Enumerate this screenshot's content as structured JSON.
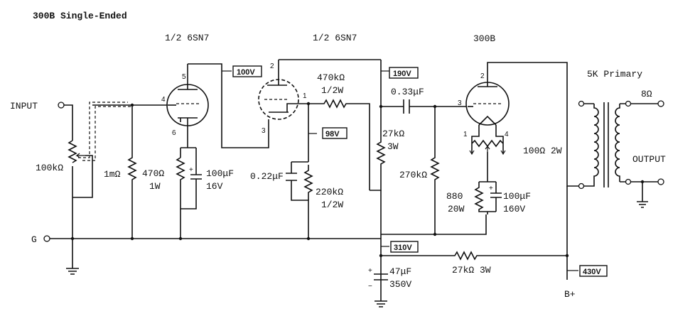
{
  "title": "300B Single-Ended",
  "tubes": {
    "v1": "1/2 6SN7",
    "v2": "1/2 6SN7",
    "v3": "300B"
  },
  "transformer": {
    "label": "5K Primary",
    "secondary": "8Ω",
    "output": "OUTPUT"
  },
  "terminals": {
    "input": "INPUT",
    "ground": "G",
    "bplus": "B+"
  },
  "voltages": {
    "v1_plate": "100V",
    "v2_plate": "190V",
    "v2_cathode": "98V",
    "supply_mid": "310V",
    "supply_high": "430V"
  },
  "components": {
    "pot": "100kΩ",
    "grid_res": "1mΩ",
    "v1_cath_res": [
      "470Ω",
      "1W"
    ],
    "v1_cath_cap": [
      "100μF",
      "16V"
    ],
    "v2_plate_res": [
      "470kΩ",
      "1/2W"
    ],
    "coupling_cap": "0.33μF",
    "v2_cath_cap": "0.22μF",
    "v2_cath_res": [
      "220kΩ",
      "1/2W"
    ],
    "load_res": [
      "27kΩ",
      "3W"
    ],
    "grid_leak": "270kΩ",
    "hum_pot": "100Ω 2W",
    "v3_cath_res": [
      "880",
      "20W"
    ],
    "v3_cath_cap": [
      "100μF",
      "160V"
    ],
    "filter_cap": [
      "47μF",
      "350V"
    ],
    "drop_res": "27kΩ 3W"
  },
  "pins": {
    "v1": [
      "5",
      "4",
      "6"
    ],
    "v2": [
      "2",
      "1",
      "3"
    ],
    "v3": [
      "2",
      "3",
      "1",
      "4"
    ]
  }
}
